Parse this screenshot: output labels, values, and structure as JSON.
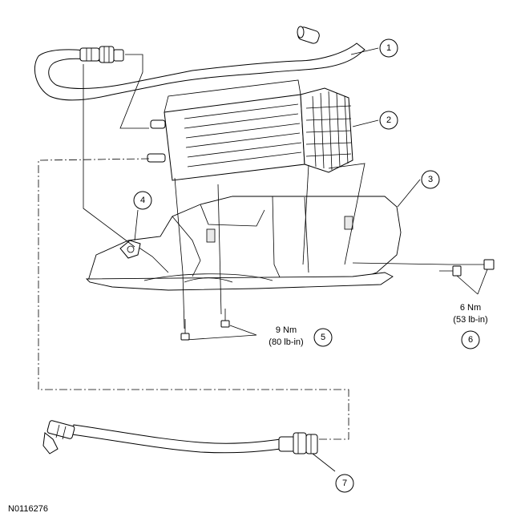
{
  "figure_id": "N0116276",
  "callouts": [
    {
      "number": "1"
    },
    {
      "number": "2"
    },
    {
      "number": "3"
    },
    {
      "number": "4"
    },
    {
      "number": "5",
      "torque_nm": "9 Nm",
      "torque_lbin": "(80 lb-in)"
    },
    {
      "number": "6",
      "torque_nm": "6 Nm",
      "torque_lbin": "(53 lb-in)"
    },
    {
      "number": "7"
    }
  ]
}
